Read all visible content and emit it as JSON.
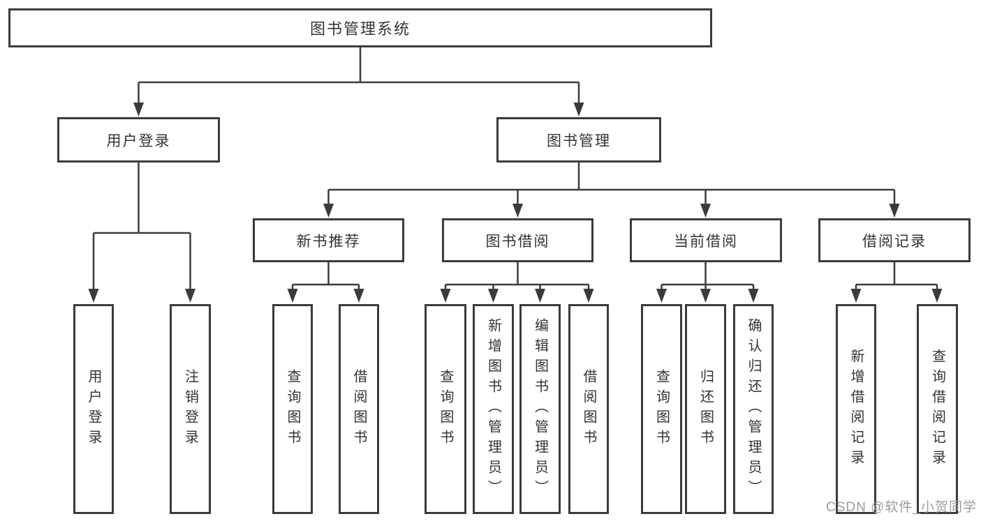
{
  "root_label": "图书管理系统",
  "l2": [
    {
      "label": "用户登录"
    },
    {
      "label": "图书管理"
    }
  ],
  "l3": [
    {
      "label": "新书推荐"
    },
    {
      "label": "图书借阅"
    },
    {
      "label": "当前借阅"
    },
    {
      "label": "借阅记录"
    }
  ],
  "leaves": {
    "login": [
      "用户登录",
      "注销登录"
    ],
    "recommend": [
      "查询图书",
      "借阅图书"
    ],
    "borrow": [
      "查询图书",
      "新增图书（管理员）",
      "编辑图书（管理员）",
      "借阅图书"
    ],
    "current": [
      "查询图书",
      "归还图书",
      "确认归还（管理员）"
    ],
    "records": [
      "新增借阅记录",
      "查询借阅记录"
    ]
  },
  "watermark": "CSDN @软件_小贺同学",
  "colors": {
    "line": "#3b3b3b",
    "text": "#333333",
    "watermark": "#9c9c9c",
    "background": "#ffffff"
  }
}
